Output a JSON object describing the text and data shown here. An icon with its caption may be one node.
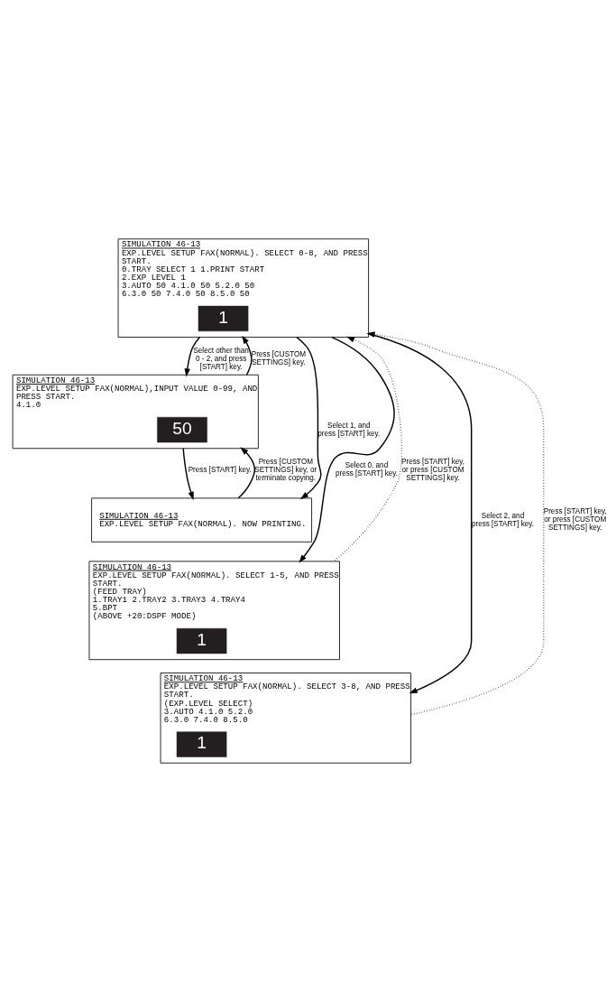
{
  "diagram": {
    "nodes": [
      {
        "text": [
          "SIMULATION 46-13",
          "EXP.LEVEL SETUP FAX(NORMAL). SELECT 0-8, AND PRESS START.",
          "0.TRAY SELECT 1 1.PRINT START",
          "2.EXP LEVEL 1",
          "3.AUTO 50 4.1.0 50 5.2.0 50",
          "6.3.0 50 7.4.0 50 8.5.0 50"
        ]
      },
      {
        "text": [
          "1"
        ],
        "in": 0
      },
      {
        "text": [
          "SIMULATION 46-13",
          "EXP.LEVEL SETUP FAX(NORMAL),INPUT VALUE 0-99, AND PRESS START.",
          "4.1.0"
        ]
      },
      {
        "text": [
          "50"
        ],
        "in": 2
      },
      {
        "text": [
          "SIMULATION 46-13",
          "EXP.LEVEL SETUP FAX(NORMAL). NOW PRINTING."
        ]
      },
      {
        "text": [
          "SIMULATION 46-13",
          "EXP.LEVEL SETUP FAX(NORMAL). SELECT 1-5, AND PRESS START.",
          "(FEED TRAY)",
          "1.TRAY1 2.TRAY2 3.TRAY3 4.TRAY4",
          "5.BPT",
          "(ABOVE +20:DSPF MODE)"
        ]
      },
      {
        "text": [
          "1"
        ],
        "in": 5
      },
      {
        "text": [
          "SIMULATION 46-13",
          "EXP.LEVEL SETUP FAX(NORMAL). SELECT 3-8, AND PRESS START.",
          "(EXP.LEVEL SELECT)",
          "3.AUTO 4.1.0 5.2.0",
          "6.3.0 7.4.0 8.5.0"
        ]
      },
      {
        "text": [
          "1"
        ],
        "in": 7
      }
    ],
    "edges": [
      {
        "from": 0,
        "to": 2,
        "arrow": "to",
        "label": "Select other than 0 - 2, and press [START] key."
      },
      {
        "from": 2,
        "to": 0,
        "arrow": "to",
        "label": "Press [CUSTOM SETTINGS] key."
      },
      {
        "from": 2,
        "to": 4,
        "arrow": "to",
        "label": "Press [START] key."
      },
      {
        "from": 4,
        "to": 2,
        "arrow": "to",
        "label": "Press [CUSTOM SETTINGS] key, or terminate copying."
      },
      {
        "from": 0,
        "to": 4,
        "arrow": "to",
        "label": "Select 1, and press [START] key."
      },
      {
        "from": 0,
        "to": 5,
        "arrow": "to",
        "label": "Select 0, and press [START] key."
      },
      {
        "from": 0,
        "to": 7,
        "arrow": "to",
        "label": "Select 2, and press [START] key."
      },
      {
        "from": 5,
        "to": 0,
        "arrow": "to",
        "style": "dashed",
        "label": "Press [START] key, or press [CUSTOM SETTINGS] key."
      },
      {
        "from": 7,
        "to": 0,
        "arrow": "to",
        "style": "dashed",
        "label": "Press [START] key, or press [CUSTOM SETTINGS] key."
      }
    ]
  }
}
